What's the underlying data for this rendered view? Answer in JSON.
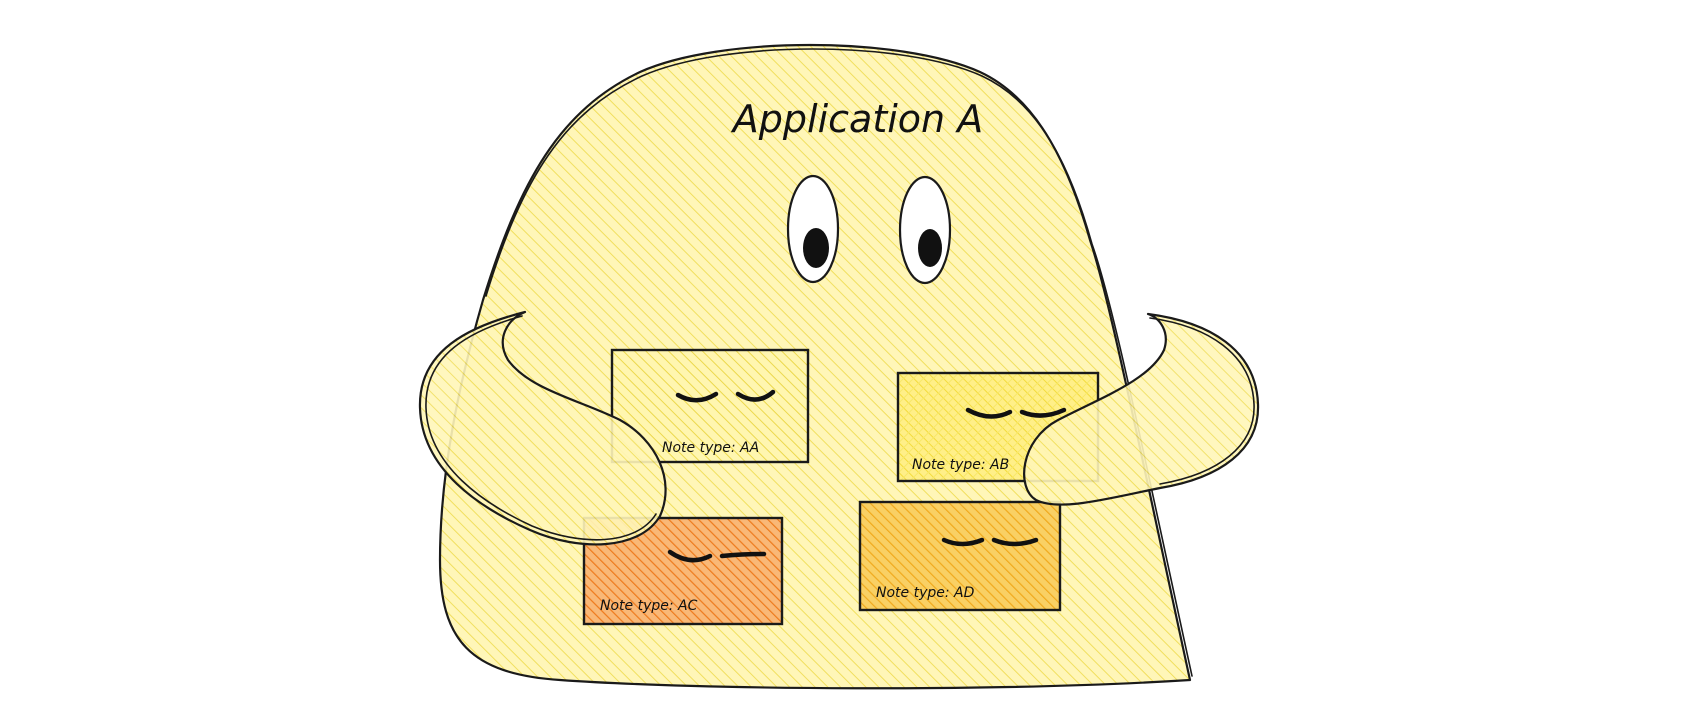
{
  "diagram": {
    "title": "Application A",
    "colors": {
      "body_fill": "#fff3a6",
      "body_hatch": "#f4e05a",
      "outline": "#1a1a1a",
      "note_aa_fill": "#fff6b0",
      "note_ab_fill": "#ffee80",
      "note_ac_fill": "#f7a35c",
      "note_ac_hatch": "#ef7a1a",
      "note_ad_fill": "#f8c94a",
      "note_ad_hatch": "#f0a91c"
    },
    "notes": [
      {
        "id": "aa",
        "label": "Note type: AA"
      },
      {
        "id": "ab",
        "label": "Note type: AB"
      },
      {
        "id": "ac",
        "label": "Note type: AC"
      },
      {
        "id": "ad",
        "label": "Note type: AD"
      }
    ]
  }
}
